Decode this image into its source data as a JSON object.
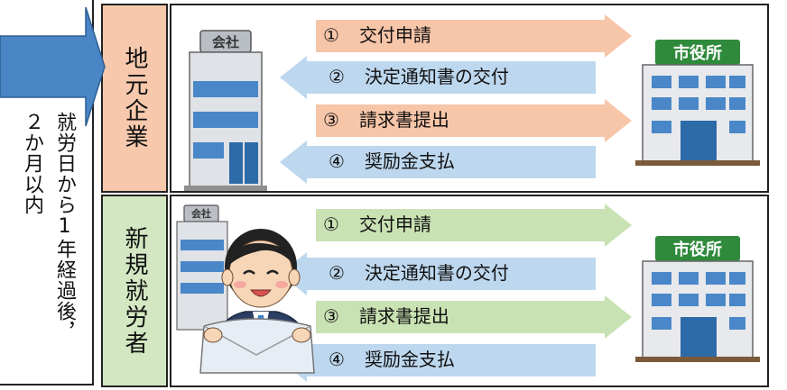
{
  "timeline": {
    "line1": "就労日から1年経過後，",
    "line2": "２か月以内"
  },
  "sections": {
    "company": "地元企業",
    "worker": "新規就労者"
  },
  "building_labels": {
    "company": "会社",
    "city_hall": "市役所"
  },
  "company_steps": [
    {
      "num": "①",
      "text": "交付申請",
      "direction": "to-city-hall"
    },
    {
      "num": "②",
      "text": "決定通知書の交付",
      "direction": "to-applicant"
    },
    {
      "num": "③",
      "text": "請求書提出",
      "direction": "to-city-hall"
    },
    {
      "num": "④",
      "text": "奨励金支払",
      "direction": "to-applicant"
    }
  ],
  "worker_steps": [
    {
      "num": "①",
      "text": "交付申請",
      "direction": "to-city-hall"
    },
    {
      "num": "②",
      "text": "決定通知書の交付",
      "direction": "to-applicant"
    },
    {
      "num": "③",
      "text": "請求書提出",
      "direction": "to-city-hall"
    },
    {
      "num": "④",
      "text": "奨励金支払",
      "direction": "to-applicant"
    }
  ],
  "colors": {
    "company_arrow_out": "#f7c5a8",
    "company_label_bg": "#f7c8ac",
    "worker_arrow_out": "#c9e2b3",
    "worker_label_bg": "#d3e8c2",
    "return_arrow": "#bdd7ee",
    "timeline_arrow": "#4a86c5",
    "city_hall_sign": "#2f8a3c"
  }
}
